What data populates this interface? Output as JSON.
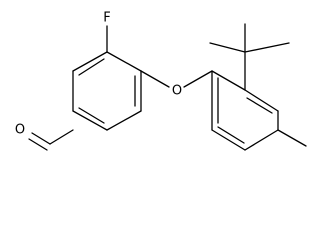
{
  "structure": {
    "atom_labels": {
      "fluorine": "F",
      "ether_oxygen": "O",
      "aldehyde_oxygen": "O"
    }
  }
}
